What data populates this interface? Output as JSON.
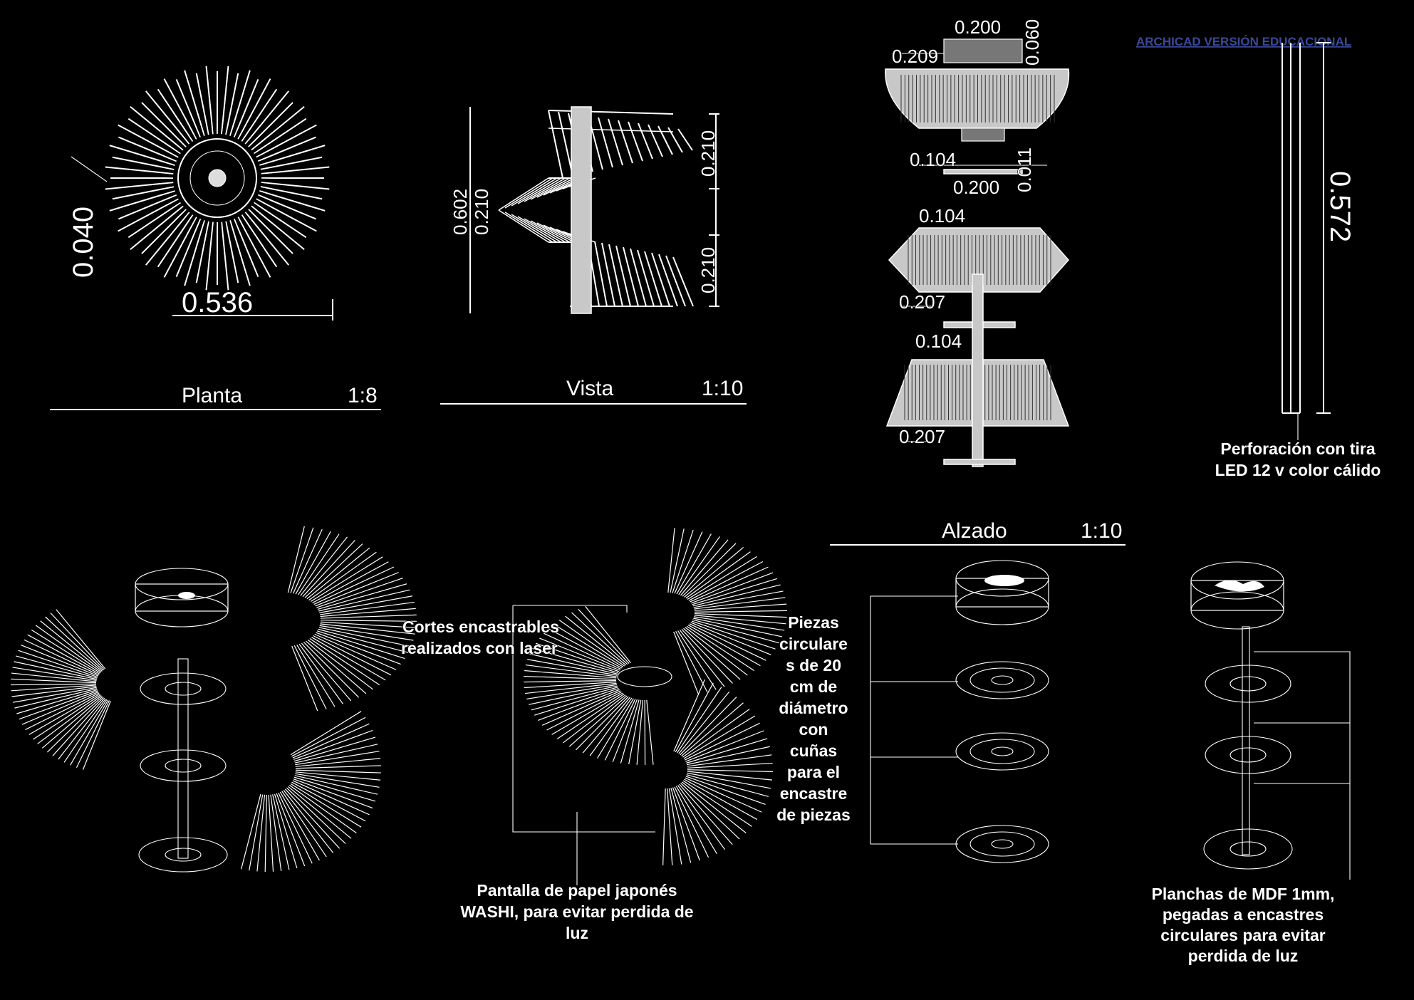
{
  "watermark": "ARCHICAD VERSIÓN EDUCACIONAL",
  "colors": {
    "background": "#000000",
    "linework": "#ffffff",
    "fill": "#c8c8c8",
    "watermark": "#3a4a9a"
  },
  "plan": {
    "title": "Planta",
    "scale": "1:8",
    "dim_width": "0.536",
    "dim_height": "0.040"
  },
  "view": {
    "title": "Vista",
    "scale": "1:10",
    "dim_total": "0.602",
    "dim_mid": "0.210",
    "dim_top": "0.210",
    "dim_bottom": "0.210"
  },
  "elevation": {
    "title": "Alzado",
    "scale": "1:10",
    "dims": {
      "cap_width": "0.200",
      "cap_height": "0.060",
      "top_shade": "0.209",
      "disc_a": "0.104",
      "disc_a_thick": "0.011",
      "disc_a_width": "0.200",
      "mid_top": "0.104",
      "mid_width": "0.207",
      "low_top": "0.104",
      "low_width": "0.207"
    }
  },
  "rod": {
    "dim_height": "0.572",
    "note_line1": "Perforación con tira",
    "note_line2": "LED 12 v color cálido"
  },
  "notes": {
    "cuts": [
      "Cortes encastrables",
      "realizados con laser"
    ],
    "washi": [
      "Pantalla de papel japonés",
      "WASHI, para evitar perdida de",
      "luz"
    ],
    "pieces": [
      "Piezas",
      "circulare",
      "s de 20",
      "cm de",
      "diámetro",
      "con",
      "cuñas",
      "para el",
      "encastre",
      "de piezas"
    ],
    "mdf": [
      "Planchas de MDF 1mm,",
      "pegadas a encastres",
      "circulares para evitar",
      "perdida de luz"
    ]
  }
}
